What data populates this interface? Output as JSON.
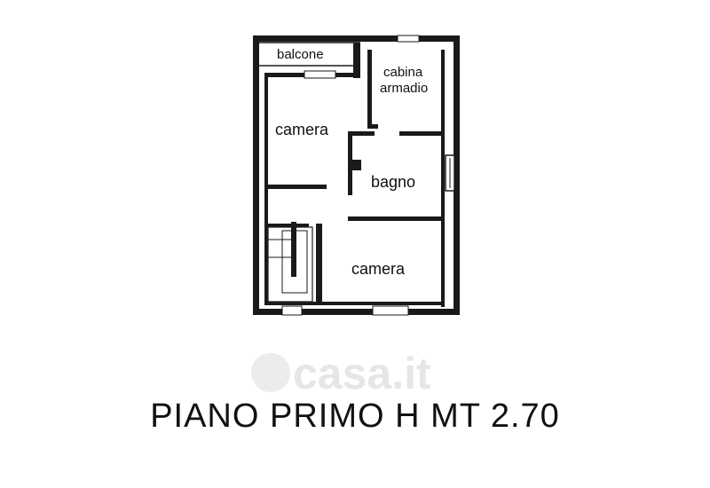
{
  "rooms": {
    "balcone": "balcone",
    "cabina_line1": "cabina",
    "cabina_line2": "armadio",
    "camera_top": "camera",
    "bagno": "bagno",
    "camera_bottom": "camera"
  },
  "caption": "PIANO PRIMO H MT 2.70",
  "watermark": "casa.it"
}
